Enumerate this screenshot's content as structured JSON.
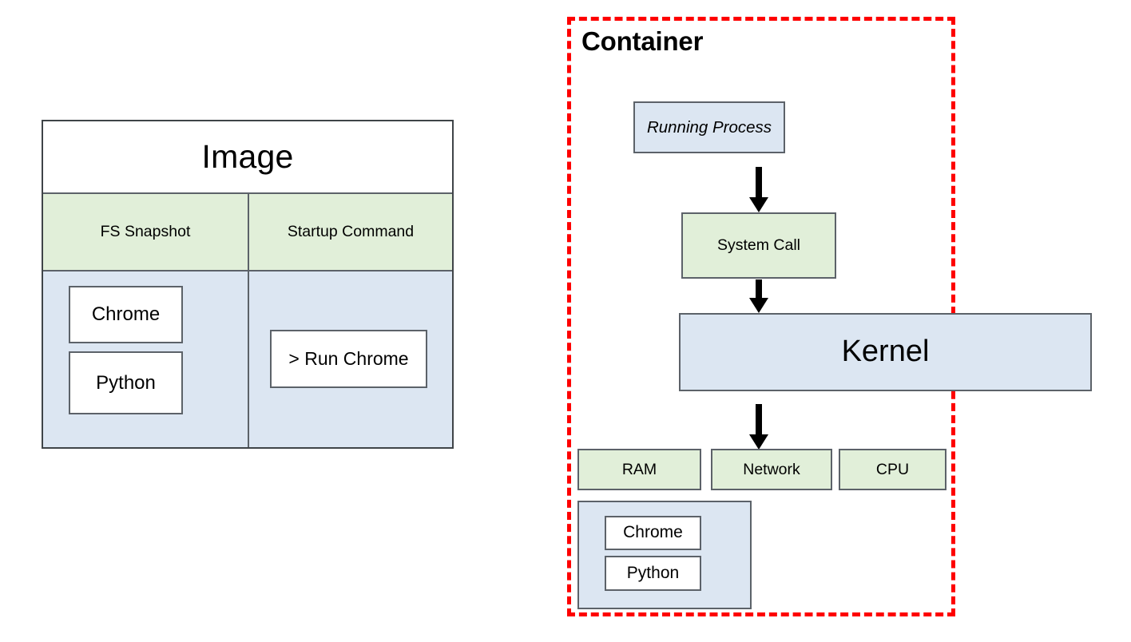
{
  "diagram": {
    "title_left": "Image",
    "title_right": "Container"
  },
  "image_table": {
    "title": "Image",
    "columns": [
      {
        "header": "FS Snapshot"
      },
      {
        "header": "Startup Command"
      }
    ],
    "fs_snapshot_items": [
      {
        "label": "Chrome"
      },
      {
        "label": "Python"
      }
    ],
    "startup_command": {
      "label": "> Run Chrome"
    }
  },
  "container": {
    "label": "Container",
    "running_process": {
      "label": "Running Process"
    },
    "system_call": {
      "label": "System Call"
    },
    "kernel": {
      "label": "Kernel"
    },
    "resources": [
      {
        "label": "RAM"
      },
      {
        "label": "Network"
      },
      {
        "label": "CPU"
      }
    ],
    "filesystem_items": [
      {
        "label": "Chrome"
      },
      {
        "label": "Python"
      }
    ],
    "arrows": [
      {
        "name": "process-to-system-call"
      },
      {
        "name": "system-call-to-kernel"
      },
      {
        "name": "kernel-to-resources"
      }
    ]
  },
  "colors": {
    "green_fill": "#e1efd9",
    "blue_fill": "#dce6f2",
    "white_fill": "#ffffff",
    "box_border": "#5c6269",
    "container_border": "#fe0000",
    "text": "#000000"
  }
}
